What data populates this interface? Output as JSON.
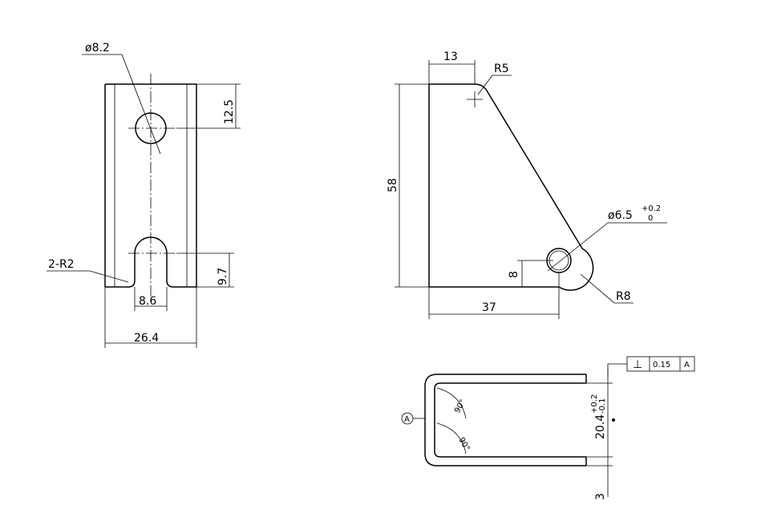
{
  "drawing": {
    "front_view": {
      "hole_dia": "ø8.2",
      "top_offset": "12.5",
      "slot_height": "9.7",
      "slot_width": "8.6",
      "width": "26.4",
      "corner_radius": "2-R2"
    },
    "side_view": {
      "top_width": "13",
      "top_radius": "R5",
      "height": "58",
      "hole_dia_base": "ø6.5",
      "hole_tol_upper": "+0.2",
      "hole_tol_lower": "0",
      "hole_height": "8",
      "bottom_radius": "R8",
      "base_length": "37"
    },
    "bent_view": {
      "datum": "A",
      "angle_upper": "90°",
      "angle_lower": "90°",
      "gap_base": "20.4",
      "gap_tol_upper": "+0.2",
      "gap_tol_lower": "-0.1",
      "thickness": "3",
      "gdt_symbol": "⊥",
      "gdt_tolerance": "0.15",
      "gdt_datum": "A"
    }
  }
}
